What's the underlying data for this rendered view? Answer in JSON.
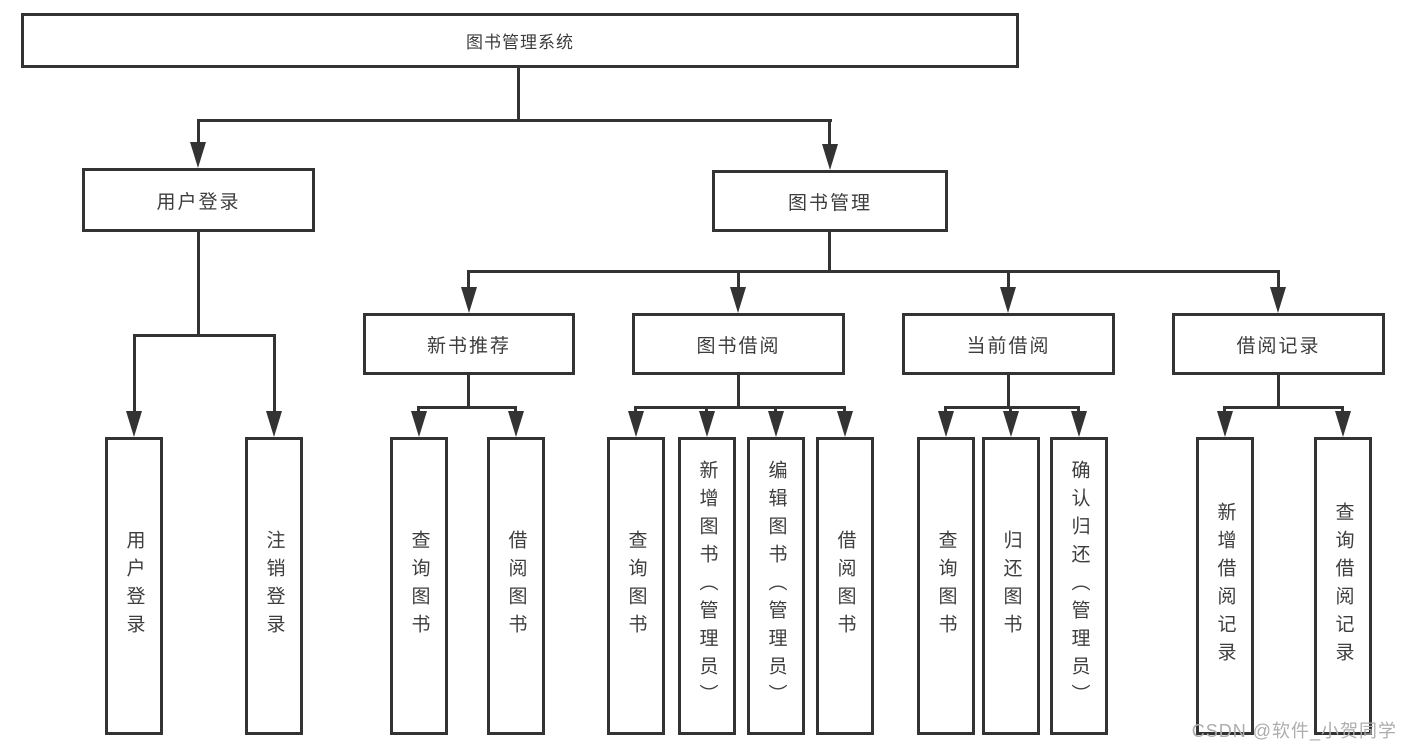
{
  "tree": {
    "label": "图书管理系统",
    "children": [
      {
        "label": "用户登录",
        "children": [
          {
            "label": "用户登录"
          },
          {
            "label": "注销登录"
          }
        ]
      },
      {
        "label": "图书管理",
        "children": [
          {
            "label": "新书推荐",
            "children": [
              {
                "label": "查询图书"
              },
              {
                "label": "借阅图书"
              }
            ]
          },
          {
            "label": "图书借阅",
            "children": [
              {
                "label": "查询图书"
              },
              {
                "label": "新增图书（管理员）"
              },
              {
                "label": "编辑图书（管理员）"
              },
              {
                "label": "借阅图书"
              }
            ]
          },
          {
            "label": "当前借阅",
            "children": [
              {
                "label": "查询图书"
              },
              {
                "label": "归还图书"
              },
              {
                "label": "确认归还（管理员）"
              }
            ]
          },
          {
            "label": "借阅记录",
            "children": [
              {
                "label": "新增借阅记录"
              },
              {
                "label": "查询借阅记录"
              }
            ]
          }
        ]
      }
    ]
  },
  "watermark": {
    "text": "CSDN @软件_小贺同学"
  },
  "colors": {
    "line": "#333333",
    "text": "#3d3d3d",
    "watermark": "#adadad",
    "background": "#ffffff"
  }
}
